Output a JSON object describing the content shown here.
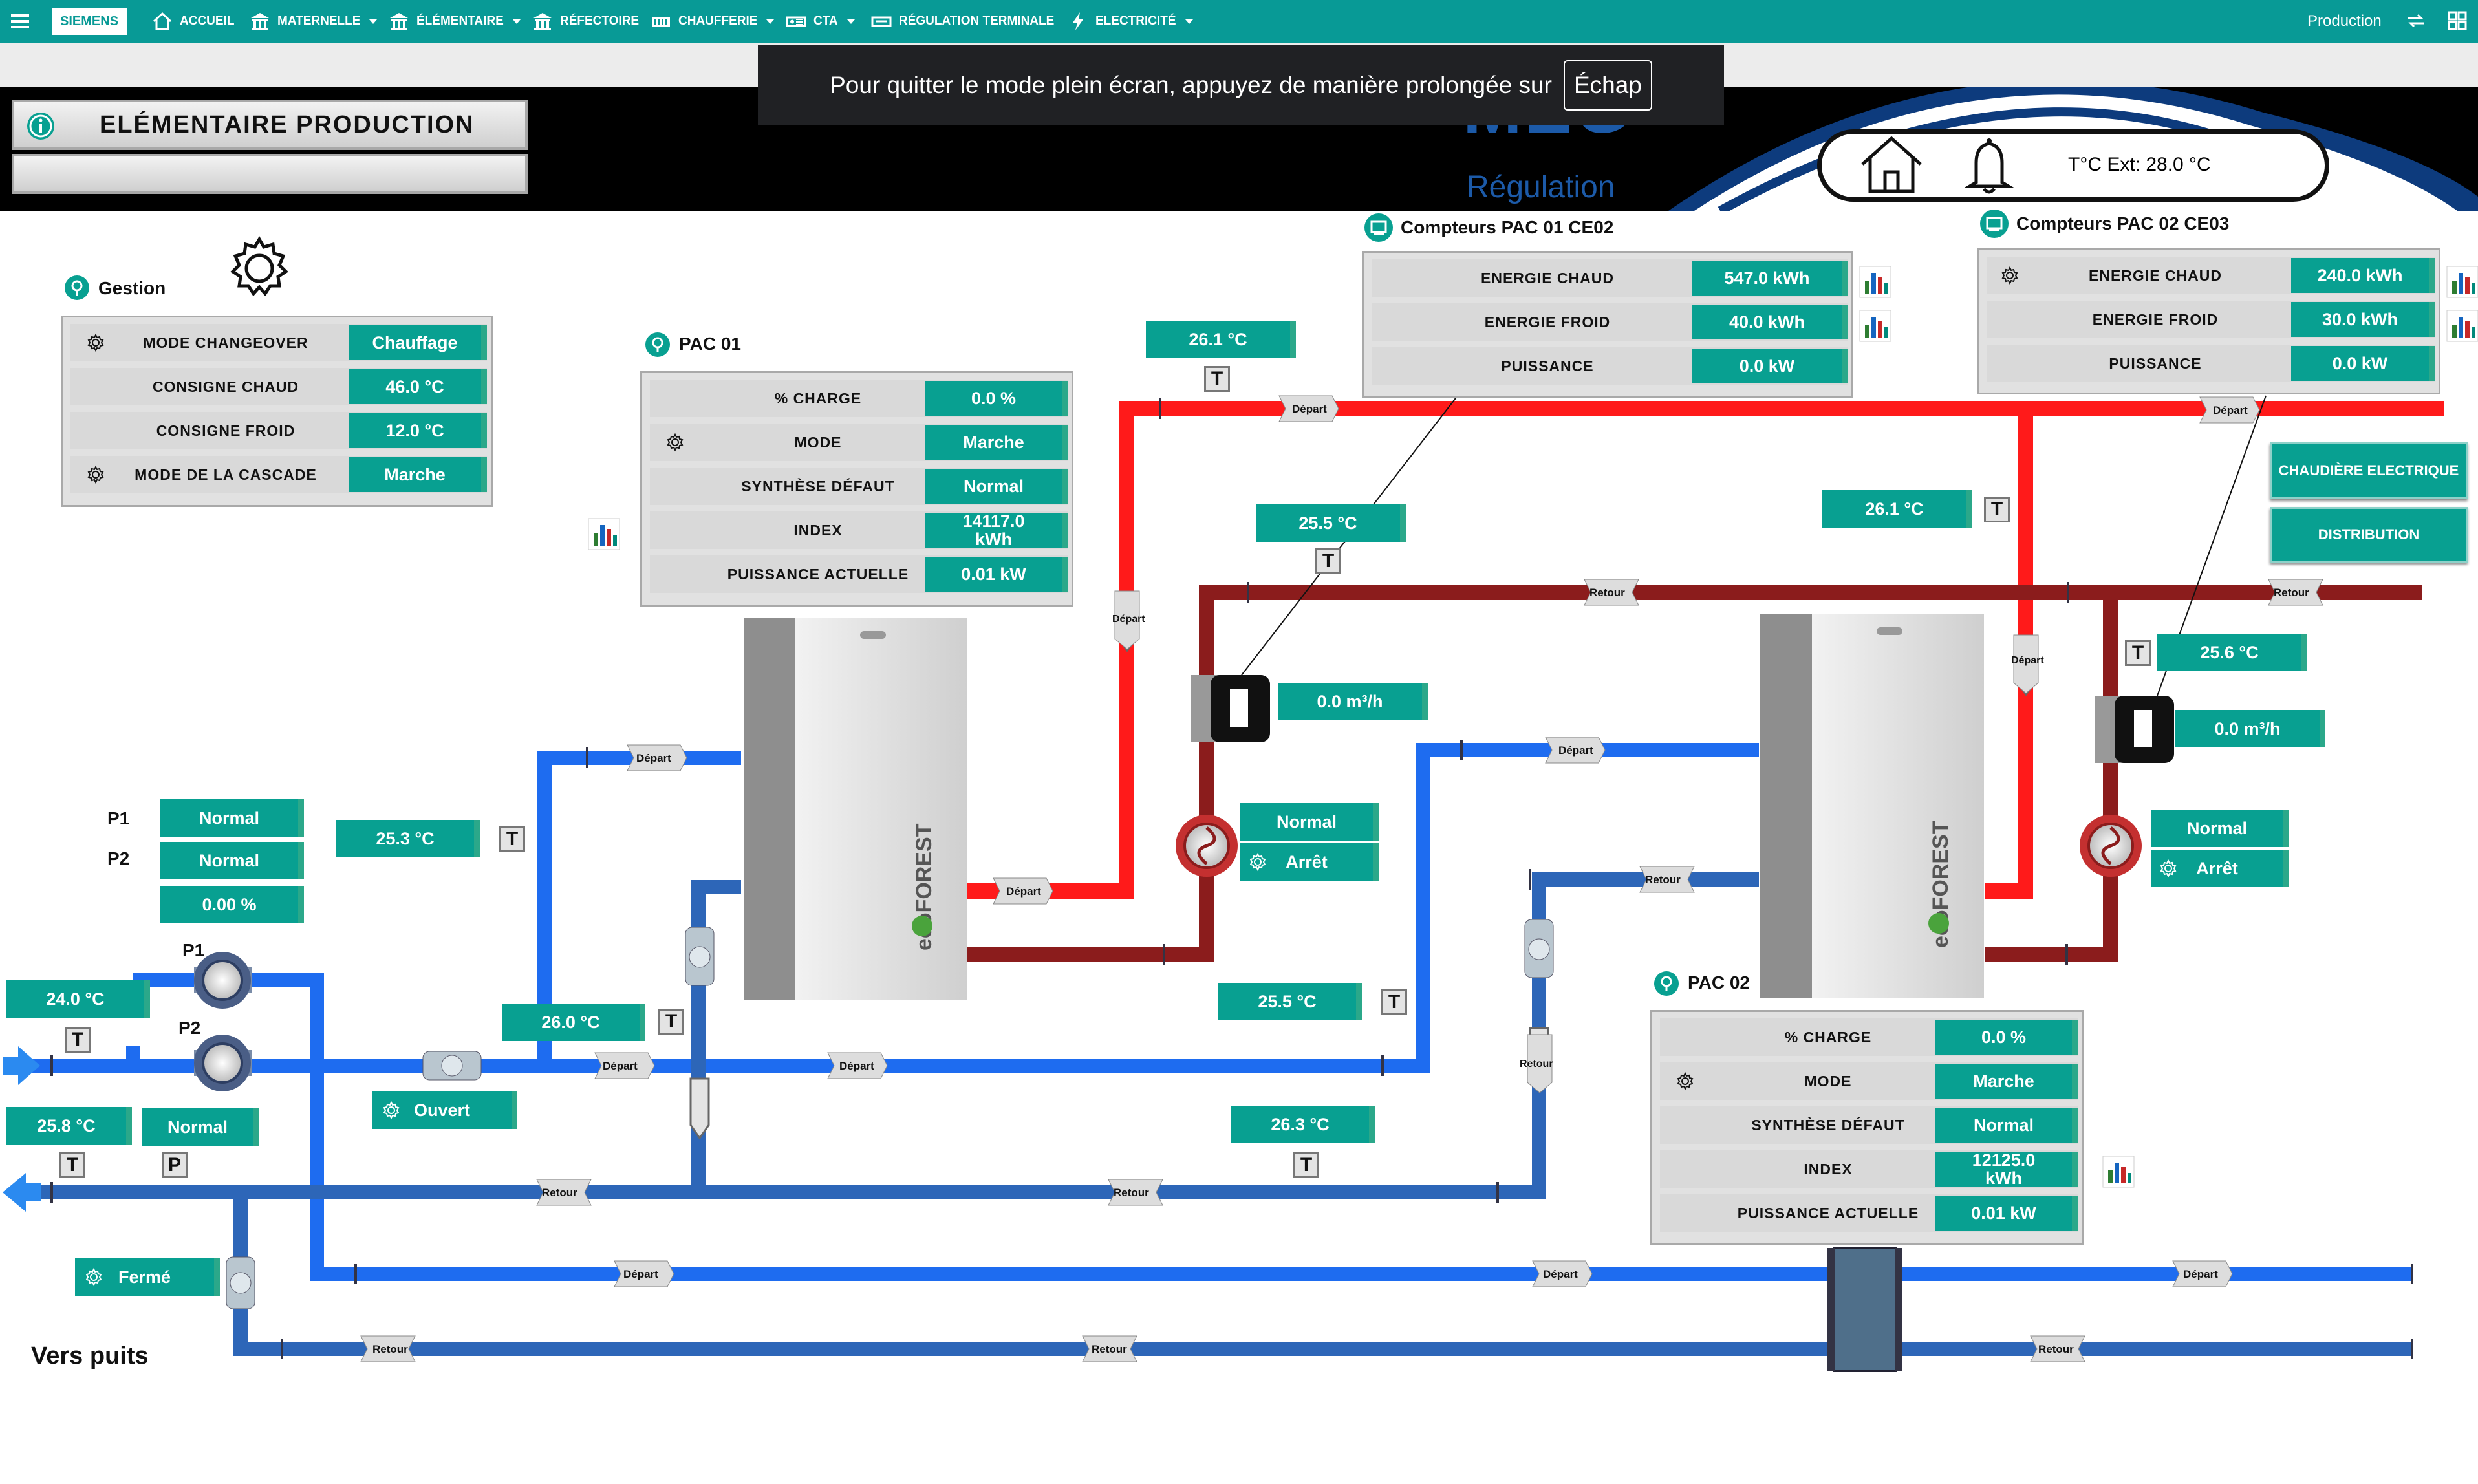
{
  "nav": {
    "menu_icon": "hamburger-icon",
    "brand": "SIEMENS",
    "items": [
      {
        "label": "ACCUEIL",
        "icon": "home-icon",
        "dropdown": false
      },
      {
        "label": "MATERNELLE",
        "icon": "building-icon",
        "dropdown": true
      },
      {
        "label": "ÉLÉMENTAIRE",
        "icon": "building-icon",
        "dropdown": true
      },
      {
        "label": "RÉFECTOIRE",
        "icon": "building-icon",
        "dropdown": false
      },
      {
        "label": "CHAUFFERIE",
        "icon": "boiler-icon",
        "dropdown": true
      },
      {
        "label": "CTA",
        "icon": "air-handling-icon",
        "dropdown": true
      },
      {
        "label": "RÉGULATION TERMINALE",
        "icon": "terminal-icon",
        "dropdown": false
      },
      {
        "label": "ELECTRICITÉ",
        "icon": "lightning-icon",
        "dropdown": true
      }
    ],
    "right_label": "Production"
  },
  "fullscreen_notice": {
    "text": "Pour quitter le mode plein écran, appuyez de manière prolongée sur",
    "key": "Échap"
  },
  "header": {
    "page_title": "ELÉMENTAIRE PRODUCTION",
    "logo_text": "MEG",
    "logo_subtext": "Régulation",
    "outdoor_temp": "T°C Ext: 28.0 °C"
  },
  "gestion": {
    "title": "Gestion",
    "rows": [
      {
        "label": "MODE CHANGEOVER",
        "value": "Chauffage",
        "gear": true
      },
      {
        "label": "CONSIGNE CHAUD",
        "value": "46.0 °C",
        "gear": false
      },
      {
        "label": "CONSIGNE FROID",
        "value": "12.0 °C",
        "gear": false
      },
      {
        "label": "MODE DE LA CASCADE",
        "value": "Marche",
        "gear": true
      }
    ]
  },
  "pac01": {
    "title": "PAC 01",
    "rows": [
      {
        "label": "% CHARGE",
        "value": "0.0 %",
        "gear": false
      },
      {
        "label": "MODE",
        "value": "Marche",
        "gear": true
      },
      {
        "label": "SYNTHÈSE DÉFAUT",
        "value": "Normal",
        "gear": false
      },
      {
        "label": "INDEX",
        "value": "14117.0 kWh",
        "gear": false
      },
      {
        "label": "PUISSANCE ACTUELLE",
        "value": "0.01 kW",
        "gear": false
      }
    ]
  },
  "pac02": {
    "title": "PAC 02",
    "rows": [
      {
        "label": "% CHARGE",
        "value": "0.0 %",
        "gear": false
      },
      {
        "label": "MODE",
        "value": "Marche",
        "gear": true
      },
      {
        "label": "SYNTHÈSE DÉFAUT",
        "value": "Normal",
        "gear": false
      },
      {
        "label": "INDEX",
        "value": "12125.0 kWh",
        "gear": false
      },
      {
        "label": "PUISSANCE ACTUELLE",
        "value": "0.01 kW",
        "gear": false
      }
    ]
  },
  "compteur1": {
    "title": "Compteurs PAC 01 CE02",
    "rows": [
      {
        "label": "ENERGIE CHAUD",
        "value": "547.0 kWh"
      },
      {
        "label": "ENERGIE FROID",
        "value": "40.0 kWh"
      },
      {
        "label": "PUISSANCE",
        "value": "0.0 kW"
      }
    ]
  },
  "compteur2": {
    "title": "Compteurs PAC 02 CE03",
    "rows": [
      {
        "label": "ENERGIE CHAUD",
        "value": "240.0 kWh"
      },
      {
        "label": "ENERGIE FROID",
        "value": "30.0 kWh"
      },
      {
        "label": "PUISSANCE",
        "value": "0.0 kW"
      }
    ]
  },
  "buttons": {
    "chaudiere": "CHAUDIÈRE ELECTRIQUE",
    "distribution": "DISTRIBUTION"
  },
  "pumps": {
    "p1_label": "P1",
    "p2_label": "P2",
    "p1_status": "Normal",
    "p2_status": "Normal",
    "speed": "0.00 %",
    "pac01_pump_status": "Normal",
    "pac01_pump_cmd": "Arrêt",
    "pac02_pump_status": "Normal",
    "pac02_pump_cmd": "Arrêt"
  },
  "temperatures": {
    "t_red_top": "26.1 °C",
    "t_red_return1": "25.5 °C",
    "t_red_right": "26.1 °C",
    "t_red_return2": "25.6 °C",
    "t_blue_mid": "25.3 °C",
    "t_blue_low": "26.0 °C",
    "t_in": "24.0 °C",
    "t_out": "25.8 °C",
    "t_mid2": "25.5 °C",
    "t_ret": "26.3 °C"
  },
  "flows": {
    "f1": "0.0 m³/h",
    "f2": "0.0 m³/h"
  },
  "valves": {
    "v_open": "Ouvert",
    "v_closed": "Fermé"
  },
  "pressure_status": "Normal",
  "pipe_labels": {
    "depart": "Départ",
    "retour": "Retour"
  },
  "brand_text": "ecoFOREST",
  "vers_puits": "Vers puits",
  "sensor_t": "T",
  "sensor_p": "P",
  "colors": {
    "teal": "#089a96",
    "value_green": "#08a091",
    "hot_pipe": "#ff1a1a",
    "return_pipe": "#8b1c1c",
    "cold_pipe": "#1e6cf0",
    "cold_return": "#2d66b8"
  }
}
